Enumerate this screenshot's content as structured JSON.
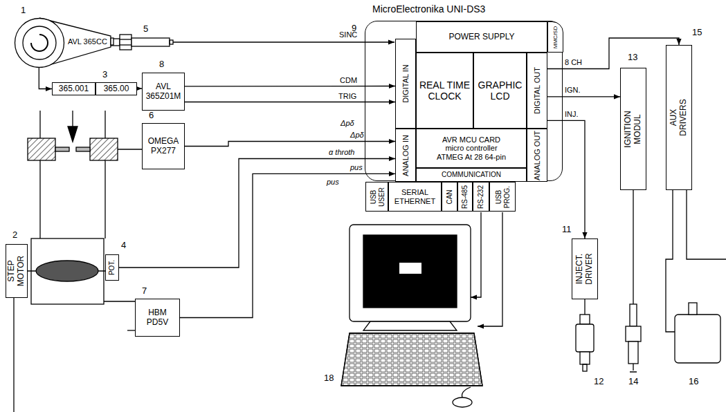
{
  "diagram": {
    "nodes": [
      {
        "text": [
          "AVL 365CC"
        ]
      },
      {
        "text": [
          "365.001"
        ]
      },
      {
        "text": [
          "365.00"
        ]
      },
      {
        "text": [
          "AVL 365Z01M"
        ]
      },
      {
        "text": [
          "OMEGA PX277"
        ]
      },
      {
        "text": [
          "STEP MOTOR"
        ]
      },
      {
        "text": [
          "POT."
        ]
      },
      {
        "text": [
          "HBM PD5V"
        ]
      },
      {
        "text": [
          "MicroElectronika UNI-DS3"
        ]
      },
      {
        "text": [
          "POWER SUPPLY"
        ],
        "in": 8
      },
      {
        "text": [
          "MMC/SD"
        ],
        "in": 8
      },
      {
        "text": [
          "DIGITAL IN"
        ],
        "in": 8
      },
      {
        "text": [
          "REAL TIME CLOCK"
        ],
        "in": 8
      },
      {
        "text": [
          "GRAPHIC LCD"
        ],
        "in": 8
      },
      {
        "text": [
          "DIGITAL OUT"
        ],
        "in": 8
      },
      {
        "text": [
          "ANALOG IN"
        ],
        "in": 8
      },
      {
        "text": [
          "AVR MCU CARD micro controller ATMEG At 28 64-pin"
        ],
        "in": 8
      },
      {
        "text": [
          "COMMUNICATION"
        ],
        "in": 8
      },
      {
        "text": [
          "ANALOG OUT"
        ],
        "in": 8
      },
      {
        "text": [
          "USB USER"
        ],
        "in": 8
      },
      {
        "text": [
          "SERIAL ETHERNET"
        ],
        "in": 8
      },
      {
        "text": [
          "CAN"
        ],
        "in": 8
      },
      {
        "text": [
          "RS-485"
        ],
        "in": 8
      },
      {
        "text": [
          "RS-232"
        ],
        "in": 8
      },
      {
        "text": [
          "USB PROG."
        ],
        "in": 8
      },
      {
        "text": [
          "INJECT. DRIVER"
        ]
      },
      {
        "text": [
          "IGNITION MODUL"
        ]
      },
      {
        "text": [
          "AUX DRIVERS"
        ]
      }
    ],
    "edges": [
      {
        "from": 0,
        "to": 1,
        "arrow": "to"
      },
      {
        "from": 2,
        "to": 3,
        "arrow": "to"
      },
      {
        "from": 3,
        "to": 11,
        "label": "CDM",
        "arrow": "to"
      },
      {
        "from": 3,
        "to": 11,
        "label": "TRIG",
        "arrow": "to"
      },
      {
        "from": 4,
        "to": 15,
        "label": "Δpδ",
        "arrow": "to"
      },
      {
        "from": 6,
        "to": 15,
        "label": "α throth",
        "arrow": "to"
      },
      {
        "from": 7,
        "to": 15,
        "label": "pus",
        "arrow": "to"
      },
      {
        "from": 14,
        "to": 27,
        "label": "8 CH",
        "arrow": "to"
      },
      {
        "from": 14,
        "to": 26,
        "label": "IGN.",
        "arrow": "to"
      },
      {
        "from": 14,
        "to": 25,
        "label": "INJ.",
        "arrow": "to"
      }
    ],
    "labels": [
      "1",
      "2",
      "3",
      "4",
      "5",
      "6",
      "7",
      "8",
      "9",
      "11",
      "12",
      "13",
      "14",
      "15",
      "16",
      "18",
      "SINC",
      "Δpδ",
      "pus"
    ]
  }
}
